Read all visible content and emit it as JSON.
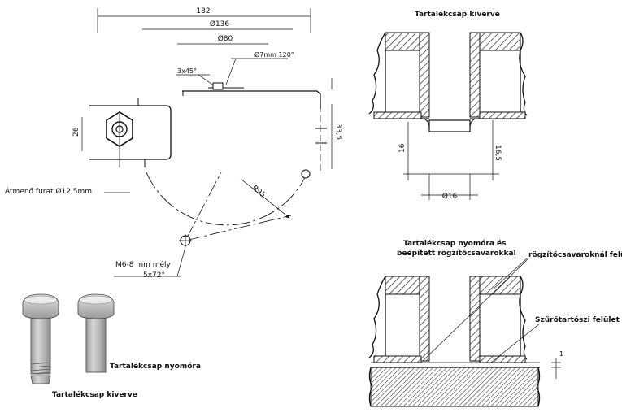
{
  "left_drawing": {
    "dim_overall": "182",
    "dim_d1": "Ø136",
    "dim_d2": "Ø80",
    "dim_chamfer": "3x45°",
    "dim_countersink": "Ø7mm 120°",
    "dim_height_left": "26",
    "dim_height_right": "33,5",
    "dim_radius": "R95",
    "note_hole": "Átmenő furat Ø12,5mm",
    "note_bolt": "M6-8 mm mély",
    "note_angle": "5x72°"
  },
  "section_top": {
    "title": "Tartalékcsap kiverve",
    "dim_left": "16",
    "dim_right": "16,5",
    "dim_bottom": "Ø16"
  },
  "section_bottom": {
    "title_line1": "Tartalékcsap nyomóra és",
    "title_line2": "beépített rögzítőcsavarokkal",
    "label_top": "rögzítőcsavaroknál felület",
    "label_mid": "Szűrőtartószi felület",
    "dim_gap": "1"
  },
  "pins": {
    "pin1_label": "Tartalékcsap kiverve",
    "pin2_label": "Tartalékcsap nyomóra"
  }
}
